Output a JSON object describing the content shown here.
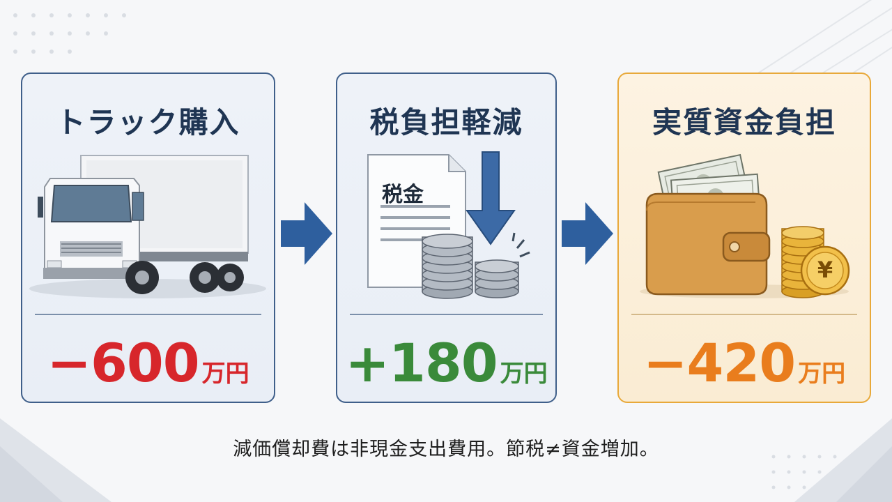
{
  "cards": [
    {
      "title": "トラック購入",
      "amount": "−600",
      "unit": "万円"
    },
    {
      "title": "税負担軽減",
      "document_label": "税金",
      "amount": "+180",
      "unit": "万円"
    },
    {
      "title": "実質資金負担",
      "coin_symbol": "¥",
      "amount": "−420",
      "unit": "万円"
    }
  ],
  "footer": "減価償却費は非現金支出費用。節税≠資金増加。",
  "colors": {
    "negative": "#d7262b",
    "positive": "#3a8a3a",
    "net": "#e97d1d",
    "accent_blue": "#2e5f9e"
  }
}
